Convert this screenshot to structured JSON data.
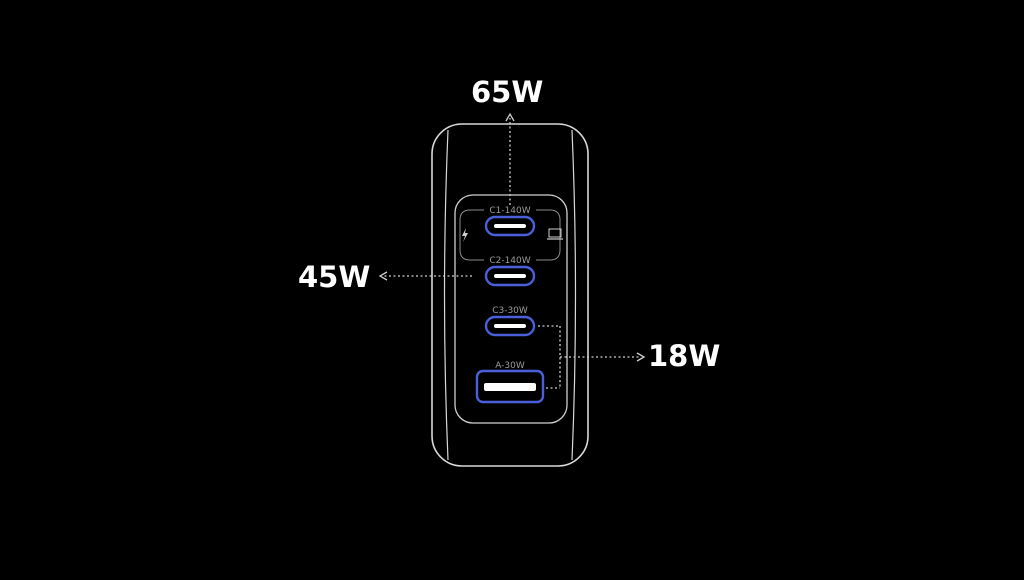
{
  "callouts": {
    "top": "65W",
    "left": "45W",
    "right": "18W"
  },
  "ports": [
    {
      "label": "C1-140W",
      "kind": "usb-c"
    },
    {
      "label": "C2-140W",
      "kind": "usb-c"
    },
    {
      "label": "C3-30W",
      "kind": "usb-c"
    },
    {
      "label": "A-30W",
      "kind": "usb-a"
    }
  ],
  "icons": {
    "left": "lightning-bolt-icon",
    "right": "laptop-icon"
  },
  "colors": {
    "background": "#000000",
    "outline": "#d8d8d8",
    "port_ring": "#4a5fd8",
    "text": "#ffffff",
    "muted_text": "#9a9a9a"
  }
}
